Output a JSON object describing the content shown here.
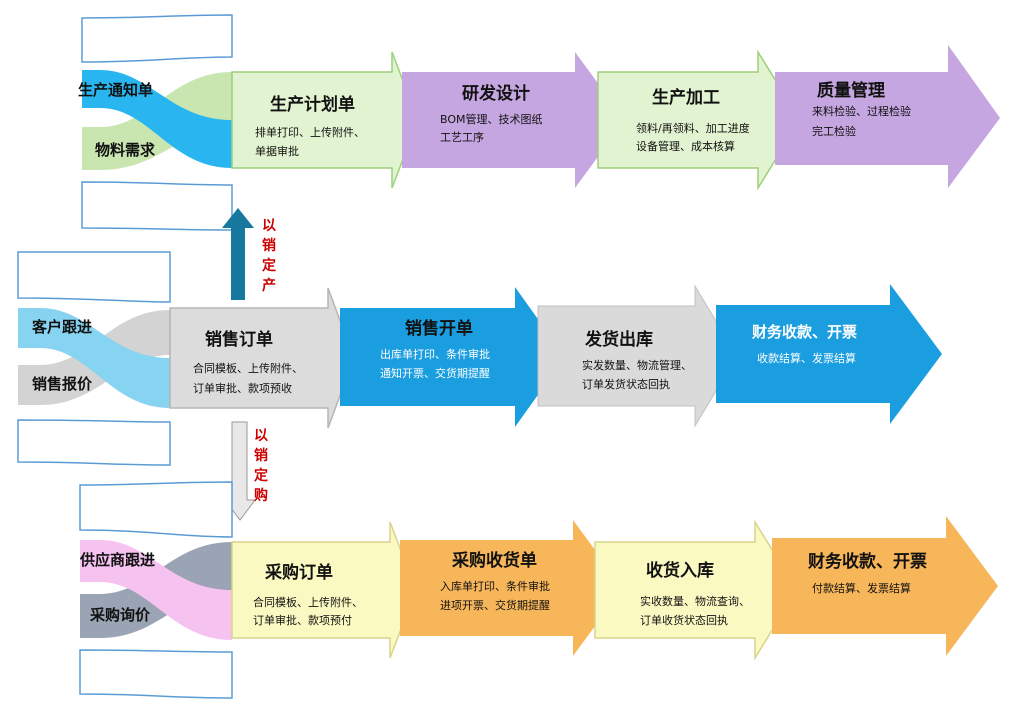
{
  "rows": {
    "production": {
      "tabs": [
        "生产通知单",
        "物料需求"
      ],
      "steps": [
        {
          "title": "生产计划单",
          "lines": [
            "排单打印、上传附件、",
            "单据审批"
          ]
        },
        {
          "title": "研发设计",
          "lines": [
            "BOM管理、技术图纸",
            "工艺工序"
          ]
        },
        {
          "title": "生产加工",
          "lines": [
            "领料/再领料、加工进度",
            "设备管理、成本核算"
          ]
        },
        {
          "title": "质量管理",
          "lines": [
            "来料检验、过程检验",
            "完工检验"
          ]
        }
      ]
    },
    "sales": {
      "tabs": [
        "客户跟进",
        "销售报价"
      ],
      "steps": [
        {
          "title": "销售订单",
          "lines": [
            "合同模板、上传附件、",
            "订单审批、款项预收"
          ]
        },
        {
          "title": "销售开单",
          "lines": [
            "出库单打印、条件审批",
            "通知开票、交货期提醒"
          ]
        },
        {
          "title": "发货出库",
          "lines": [
            "实发数量、物流管理、",
            "订单发货状态回执"
          ]
        },
        {
          "title": "财务收款、开票",
          "lines": [
            "收款结算、发票结算"
          ]
        }
      ]
    },
    "purchase": {
      "tabs": [
        "供应商跟进",
        "采购询价"
      ],
      "steps": [
        {
          "title": "采购订单",
          "lines": [
            "合同模板、上传附件、",
            "订单审批、款项预付"
          ]
        },
        {
          "title": "采购收货单",
          "lines": [
            "入库单打印、条件审批",
            "进项开票、交货期提醒"
          ]
        },
        {
          "title": "收货入库",
          "lines": [
            "实收数量、物流查询、",
            "订单收货状态回执"
          ]
        },
        {
          "title": "财务收款、开票",
          "lines": [
            "付款结算、发票结算"
          ]
        }
      ]
    }
  },
  "links": {
    "up_label": [
      "以",
      "销",
      "定",
      "产"
    ],
    "down_label": [
      "以",
      "销",
      "定",
      "购"
    ]
  },
  "colors": {
    "cyan": "#29b6f0",
    "light_green": "#c9e6b1",
    "pale_green": "#e2f3d1",
    "lavender": "#c5a6e1",
    "light_blue": "#87d3f2",
    "light_gray": "#d3d3d3",
    "blue": "#1b9ee0",
    "gray_arrow": "#dadada",
    "pink": "#f6c2f0",
    "slate": "#9aa4b4",
    "pale_yellow": "#fbf9c2",
    "orange": "#f8b65a",
    "teal_arrow": "#16789e",
    "red_text": "#cc0000"
  }
}
